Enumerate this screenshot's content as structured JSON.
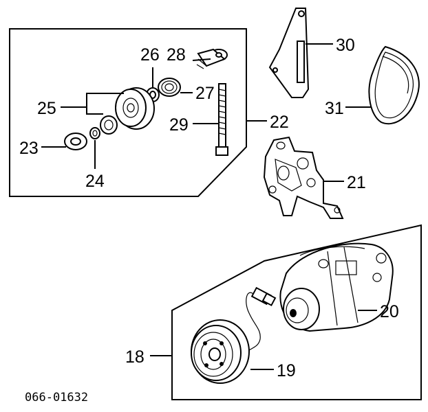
{
  "diagram_code": "066-01632",
  "callouts": {
    "p18": "18",
    "p19": "19",
    "p20": "20",
    "p21": "21",
    "p22": "22",
    "p23": "23",
    "p24": "24",
    "p25": "25",
    "p26": "26",
    "p27": "27",
    "p28": "28",
    "p29": "29",
    "p30": "30",
    "p31": "31"
  }
}
